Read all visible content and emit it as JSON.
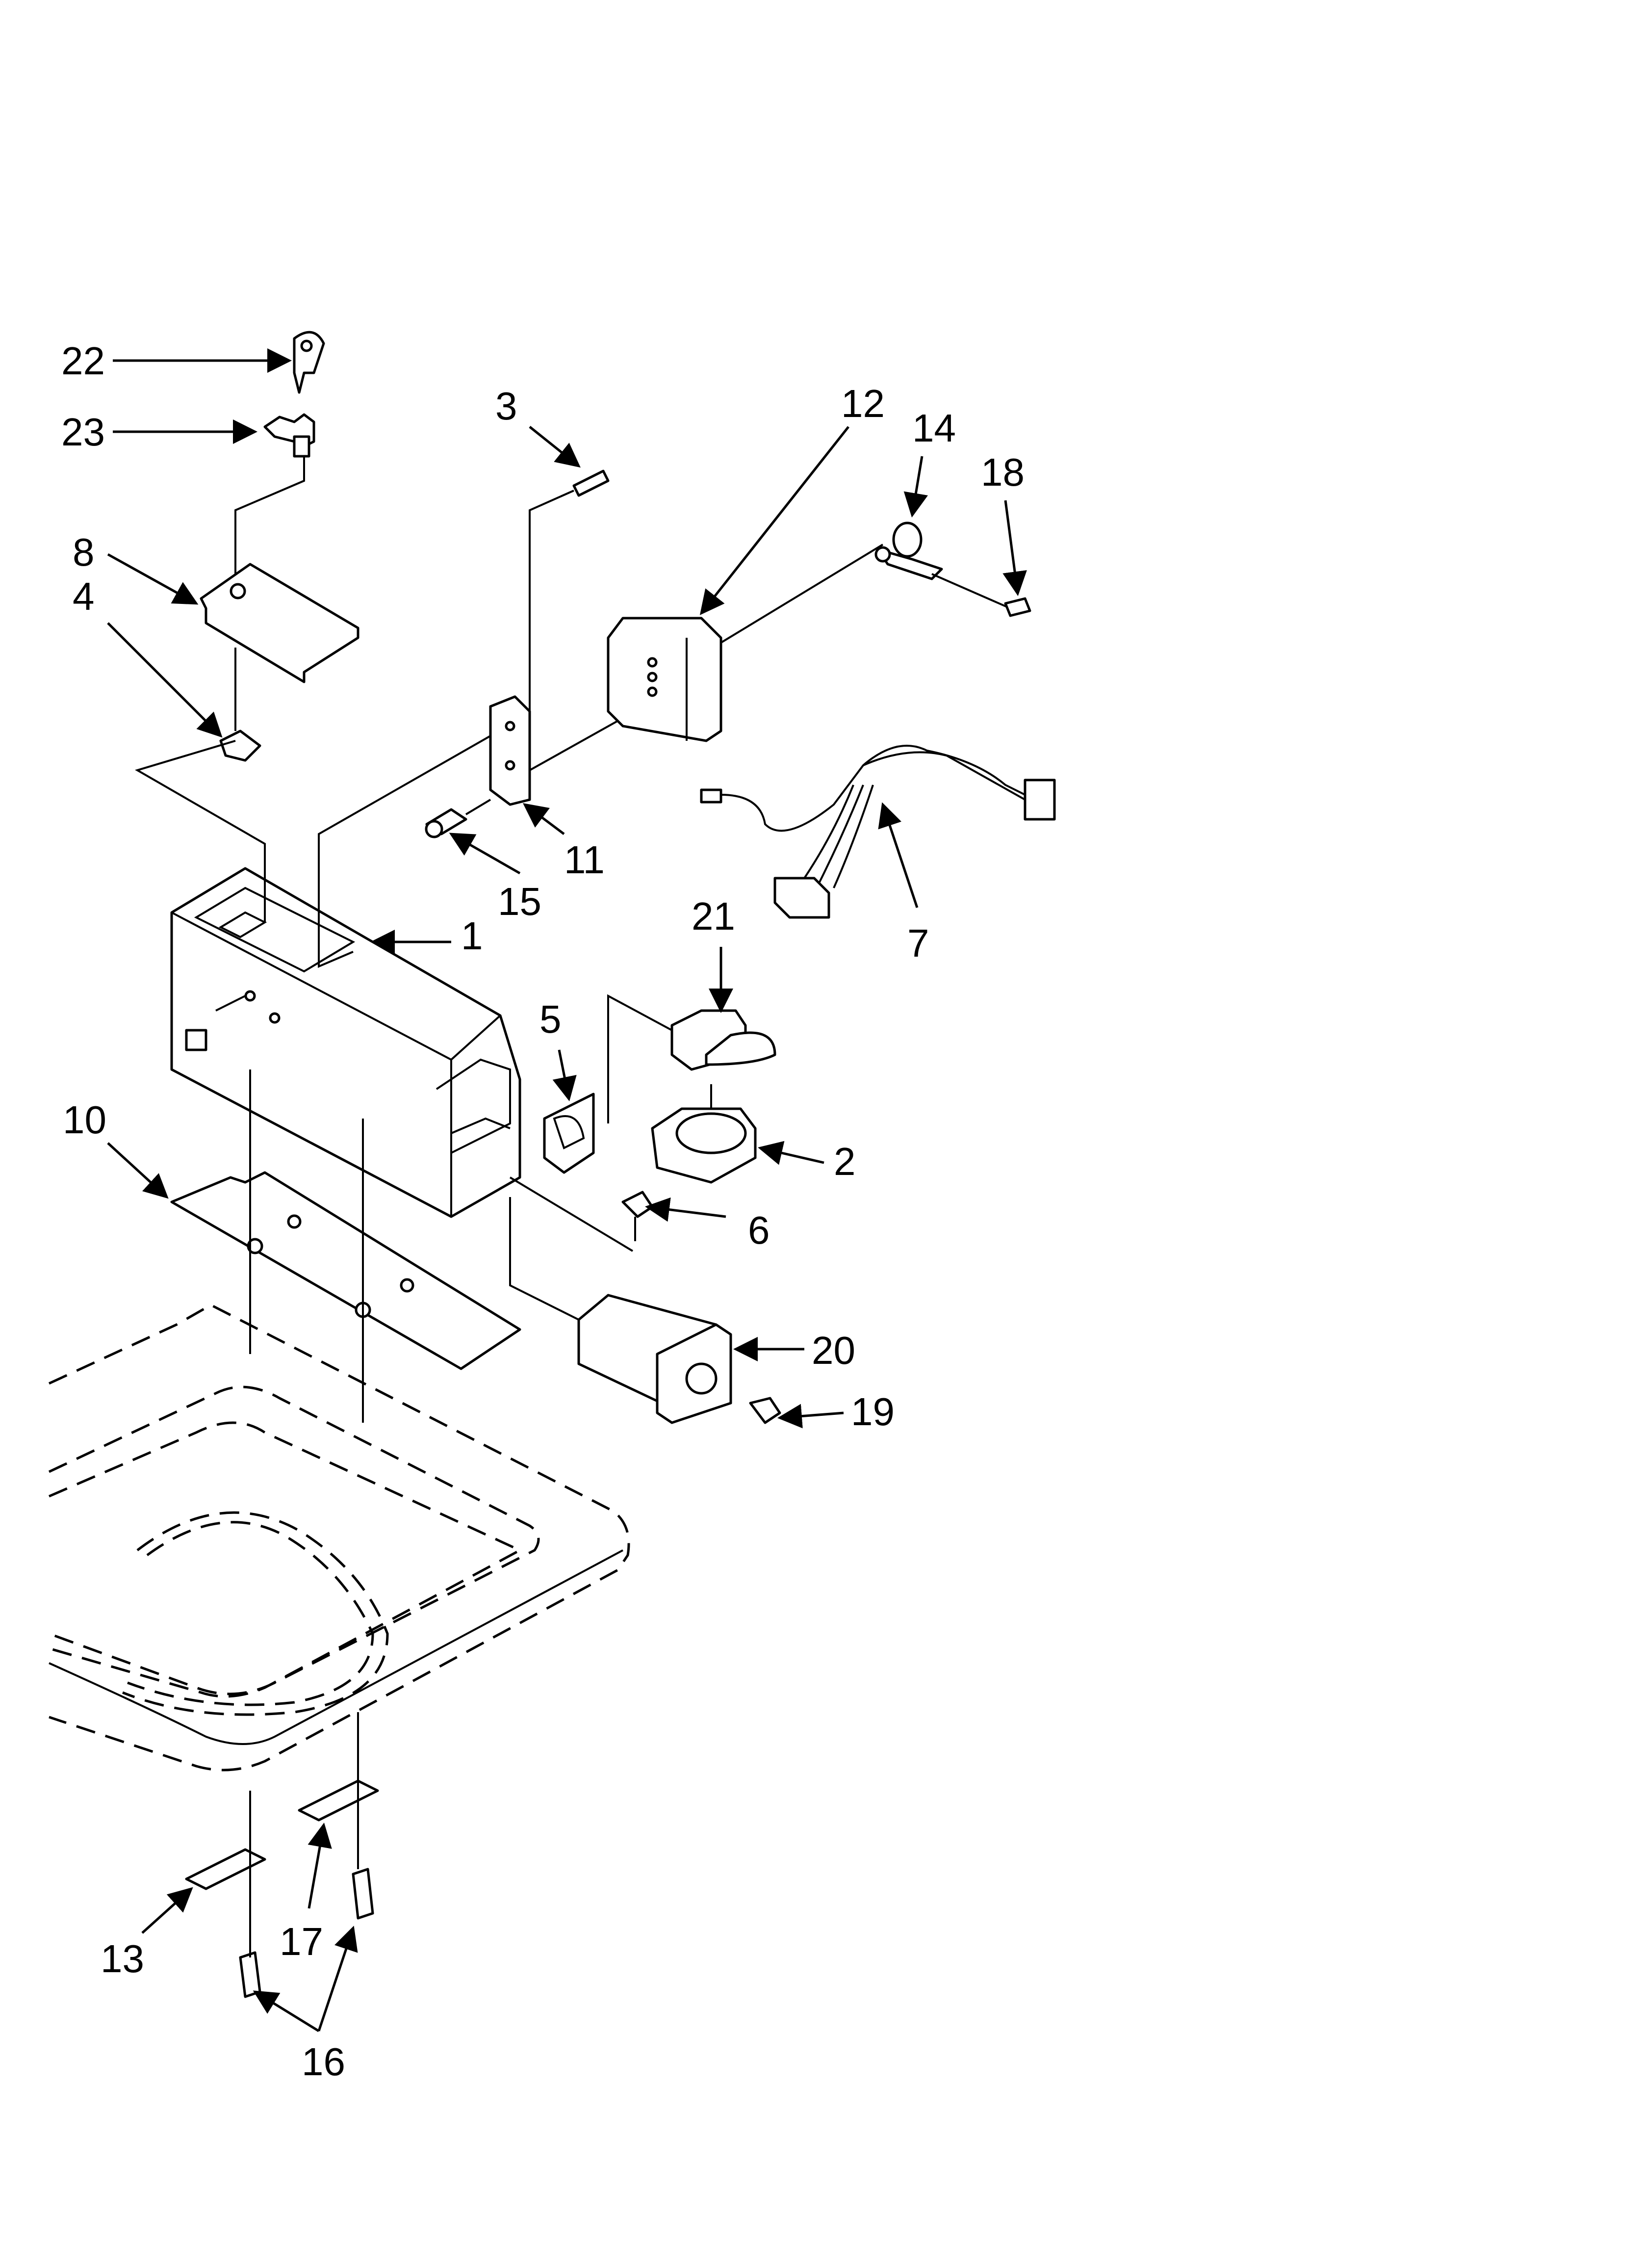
{
  "labels": {
    "l22": "22",
    "l23": "23",
    "l3": "3",
    "l12": "12",
    "l14": "14",
    "l18": "18",
    "l8": "8",
    "l4": "4",
    "l11": "11",
    "l15": "15",
    "l1": "1",
    "l7": "7",
    "l21": "21",
    "l5": "5",
    "l2": "2",
    "l10": "10",
    "l6": "6",
    "l20": "20",
    "l19": "19",
    "l13": "13",
    "l17": "17",
    "l16": "16"
  }
}
